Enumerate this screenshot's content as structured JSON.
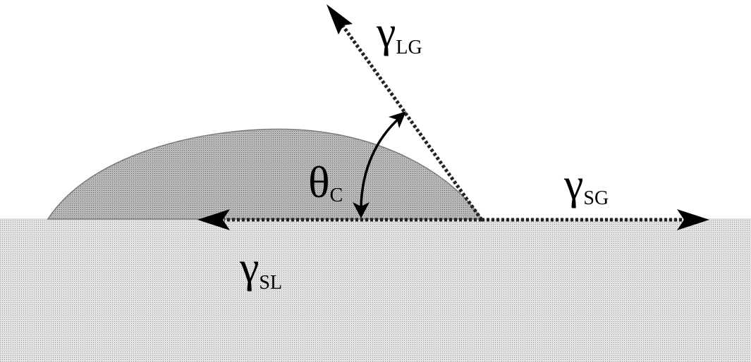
{
  "diagram": {
    "colors": {
      "background": "#ffffff",
      "substrate": "#d4d4d4",
      "droplet_fill": "#a8a8a8",
      "droplet_edge": "#777777",
      "vectors": "#2a2a2a",
      "arrowheads": "#000000"
    },
    "labels": {
      "gamma_lg": {
        "symbol": "γ",
        "subscript": "LG"
      },
      "gamma_sg": {
        "symbol": "γ",
        "subscript": "SG"
      },
      "gamma_sl": {
        "symbol": "γ",
        "subscript": "SL"
      },
      "theta_c": {
        "symbol": "θ",
        "subscript": "C"
      }
    }
  }
}
